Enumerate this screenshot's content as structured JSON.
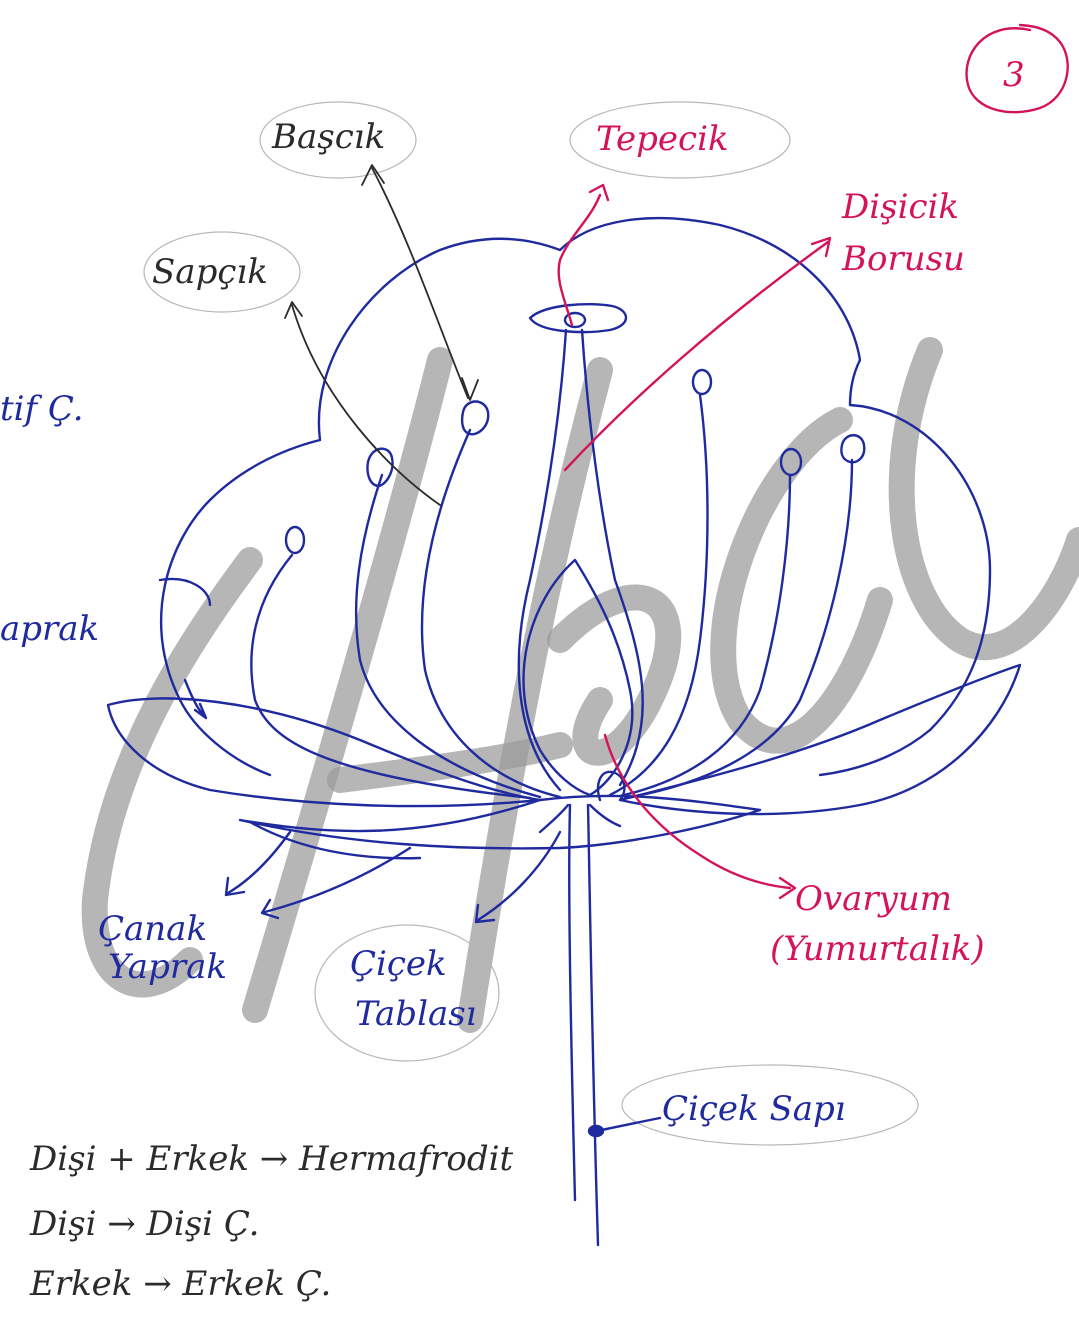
{
  "page_number": "3",
  "labels": {
    "anther": "Başcık",
    "filament": "Sapçık",
    "stigma": "Tepecik",
    "style_line1": "Dişicik",
    "style_line2": "Borusu",
    "ovary_line1": "Ovaryum",
    "ovary_line2": "(Yumurtalık)",
    "sepal_line1": "Çanak",
    "sepal_line2": "Yaprak",
    "receptacle_line1": "Çiçek",
    "receptacle_line2": "Tablası",
    "pedicel": "Çiçek Sapı",
    "petal_partial": "aprak",
    "title_partial": "tif Ç."
  },
  "notes": [
    "Dişi + Erkek → Hermafrodit",
    "Dişi → Dişi Ç.",
    "Erkek → Erkek Ç."
  ],
  "colors": {
    "structure": "#1f2a9e",
    "female_labels": "#d4145a",
    "pointers": "#2b2b2b",
    "watermark": "#9a9a9a"
  }
}
